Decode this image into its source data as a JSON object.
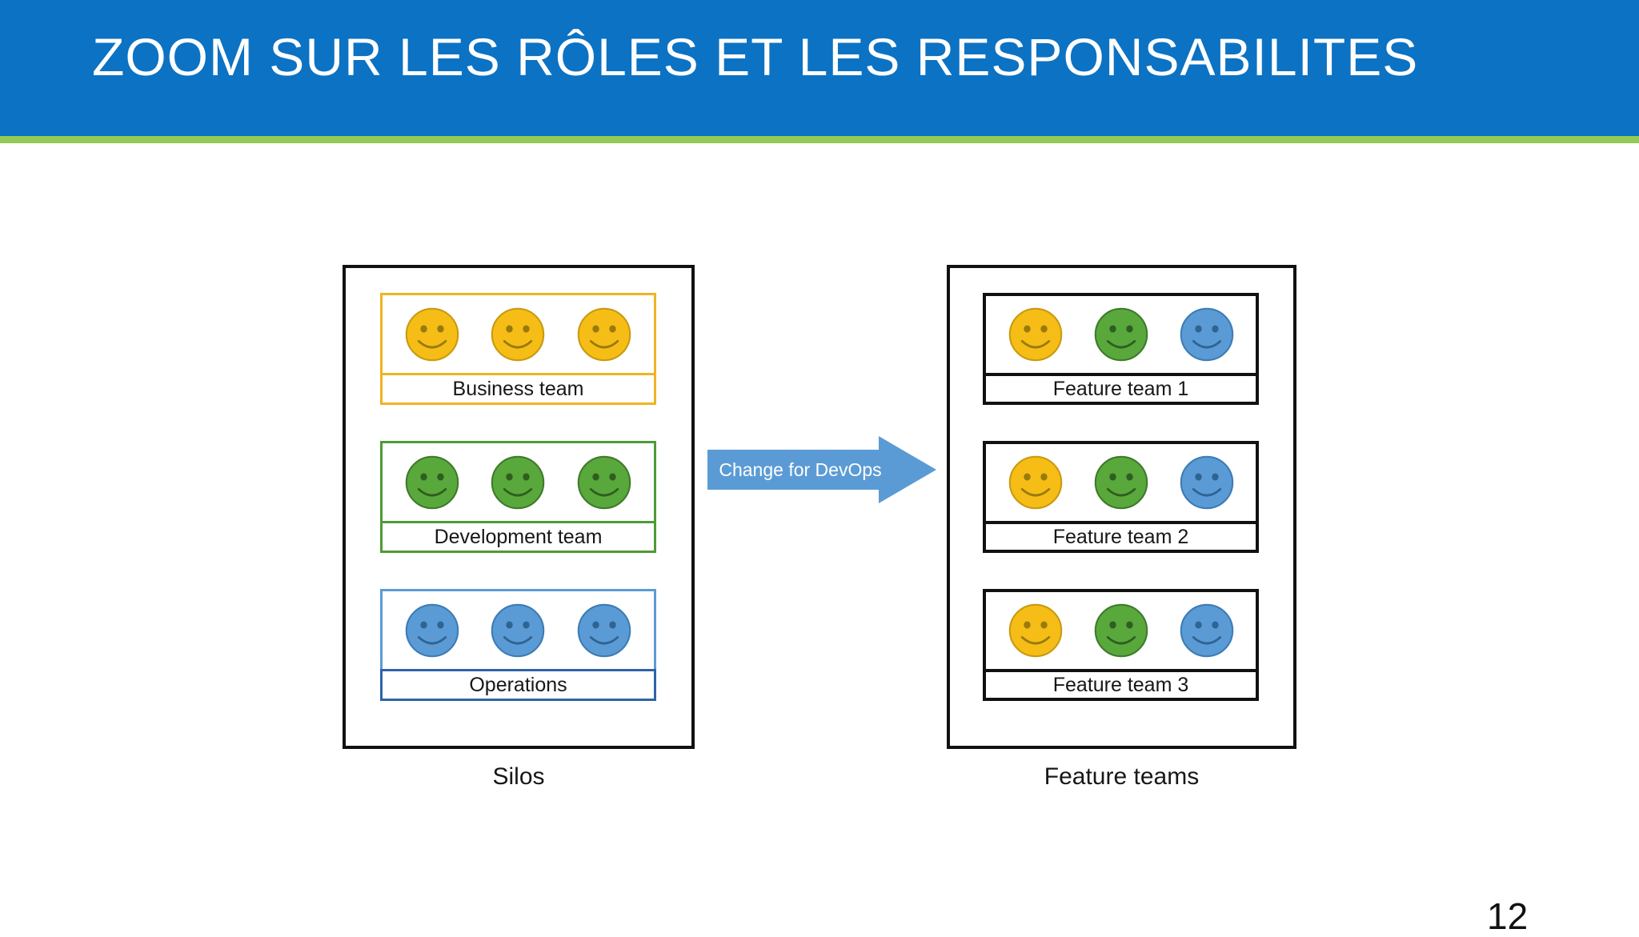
{
  "slide": {
    "title": "ZOOM SUR LES RÔLES ET LES RESPONSABILITES",
    "page_number": "12",
    "header_color": "#0C72C3",
    "accent_rule_color": "#93C956"
  },
  "diagram": {
    "left_panel": {
      "caption": "Silos",
      "border_color": "#111111",
      "groups": [
        {
          "label": "Business team",
          "border_color": "#F0B323",
          "faces": [
            "yellow",
            "yellow",
            "yellow"
          ]
        },
        {
          "label": "Development team",
          "border_color": "#4E9B35",
          "faces": [
            "green",
            "green",
            "green"
          ]
        },
        {
          "label": "Operations",
          "border_color": "#5B9BD5",
          "label_border_color": "#2E63A8",
          "faces": [
            "blue",
            "blue",
            "blue"
          ]
        }
      ]
    },
    "right_panel": {
      "caption": "Feature teams",
      "border_color": "#111111",
      "groups": [
        {
          "label": "Feature team 1",
          "border_color": "#111111",
          "faces": [
            "yellow",
            "green",
            "blue"
          ]
        },
        {
          "label": "Feature team 2",
          "border_color": "#111111",
          "faces": [
            "yellow",
            "green",
            "blue"
          ]
        },
        {
          "label": "Feature team 3",
          "border_color": "#111111",
          "faces": [
            "yellow",
            "green",
            "blue"
          ]
        }
      ]
    },
    "arrow": {
      "label": "Change for DevOps",
      "fill_color": "#5B9BD5",
      "text_color": "#FFFFFF",
      "direction": "right"
    },
    "face_colors": {
      "yellow": {
        "fill": "#F5BD16",
        "stroke": "#C99A10",
        "feature": "#9A7A0B"
      },
      "green": {
        "fill": "#59A83C",
        "stroke": "#3F7A2B",
        "feature": "#2F5E1F"
      },
      "blue": {
        "fill": "#5B9BD5",
        "stroke": "#3C7CB5",
        "feature": "#2E6494"
      }
    }
  }
}
